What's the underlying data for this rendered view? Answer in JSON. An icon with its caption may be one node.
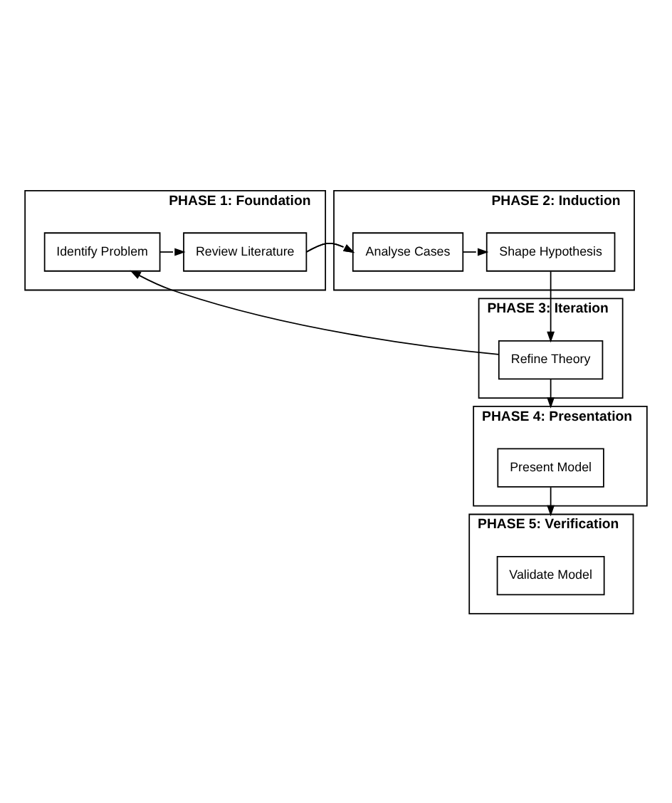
{
  "diagram": {
    "nodes": [
      {
        "text": [
          "PHASE 1: Foundation"
        ]
      },
      {
        "text": [
          "Identify Problem"
        ],
        "in": 0
      },
      {
        "text": [
          "Review Literature"
        ],
        "in": 0
      },
      {
        "text": [
          "PHASE 2: Induction"
        ]
      },
      {
        "text": [
          "Analyse Cases"
        ],
        "in": 3
      },
      {
        "text": [
          "Shape Hypothesis"
        ],
        "in": 3
      },
      {
        "text": [
          "PHASE 3: Iteration"
        ]
      },
      {
        "text": [
          "Refine Theory"
        ],
        "in": 6
      },
      {
        "text": [
          "PHASE 4: Presentation"
        ]
      },
      {
        "text": [
          "Present Model"
        ],
        "in": 8
      },
      {
        "text": [
          "PHASE 5: Verification"
        ]
      },
      {
        "text": [
          "Validate Model"
        ],
        "in": 10
      }
    ],
    "edges": [
      {
        "from": 1,
        "to": 2,
        "arrow": "to"
      },
      {
        "from": 2,
        "to": 4,
        "arrow": "to"
      },
      {
        "from": 4,
        "to": 5,
        "arrow": "to"
      },
      {
        "from": 5,
        "to": 7,
        "arrow": "to"
      },
      {
        "from": 7,
        "to": 1,
        "arrow": "to"
      },
      {
        "from": 7,
        "to": 8,
        "arrow": "to"
      },
      {
        "from": 9,
        "to": 10,
        "arrow": "to"
      }
    ]
  }
}
